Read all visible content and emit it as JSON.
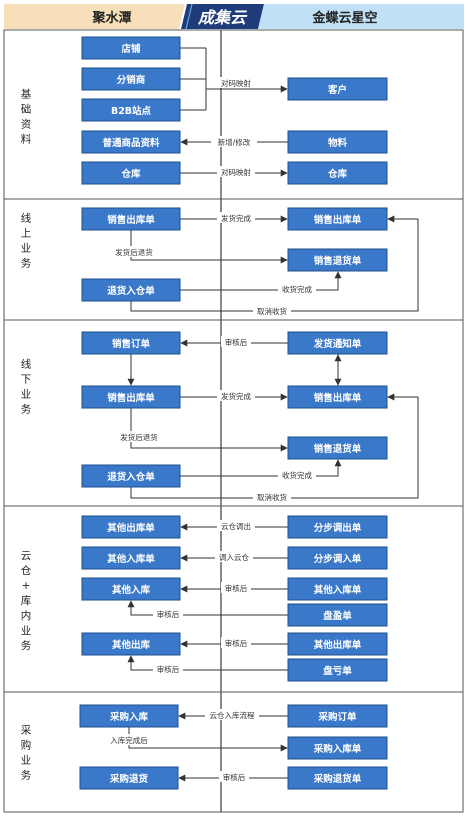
{
  "header": {
    "left": "聚水潭",
    "middle": "成集云",
    "right": "金蝶云星空"
  },
  "sections": [
    {
      "id": "basic",
      "label": [
        "基",
        "础",
        "资",
        "料"
      ]
    },
    {
      "id": "online",
      "label": [
        "线",
        "上",
        "业",
        "务"
      ]
    },
    {
      "id": "offline",
      "label": [
        "线",
        "下",
        "业",
        "务"
      ]
    },
    {
      "id": "cloud",
      "label": [
        "云",
        "仓",
        "+",
        "库",
        "内",
        "业",
        "务"
      ]
    },
    {
      "id": "purchase",
      "label": [
        "采",
        "购",
        "业",
        "务"
      ]
    }
  ],
  "left_boxes": [
    "店铺",
    "分销商",
    "B2B站点",
    "普通商品资料",
    "仓库",
    "销售出库单",
    "退货入仓单",
    "销售订单",
    "销售出库单",
    "退货入仓单",
    "其他出库单",
    "其他入库单",
    "其他入库",
    "其他出库",
    "采购入库",
    "采购退货"
  ],
  "right_boxes": [
    "客户",
    "物料",
    "仓库",
    "销售出库单",
    "销售退货单",
    "发货通知单",
    "销售出库单",
    "销售退货单",
    "分步调出单",
    "分步调入单",
    "其他入库单",
    "盘盈单",
    "其他出库单",
    "盘亏单",
    "采购订单",
    "采购入库单",
    "采购退货单"
  ],
  "labels": {
    "map1": "对码映射",
    "addedit": "新增/修改",
    "map2": "对码映射",
    "on_ship": "发货完成",
    "on_after": "发货后退货",
    "on_recv": "收货完成",
    "on_cancel": "取消收货",
    "off_audit": "审核后",
    "off_ship": "发货完成",
    "off_after": "发货后退货",
    "off_recv": "收货完成",
    "off_cancel": "取消收货",
    "cl_out": "云仓调出",
    "cl_in": "调入云仓",
    "cl_audit1": "审核后",
    "cl_audit2": "审核后",
    "cl_audit3": "审核后",
    "cl_audit4": "审核后",
    "pu_flow": "云仓入库流程",
    "pu_done": "入库完成后",
    "pu_audit": "审核后"
  },
  "colors": {
    "box_fill": "#3a78c9",
    "box_border": "#1f4f8f",
    "header_left": "#f6dfb9",
    "header_right": "#bfe0f5",
    "header_mid": "#1e3c7a",
    "line": "#444444"
  }
}
